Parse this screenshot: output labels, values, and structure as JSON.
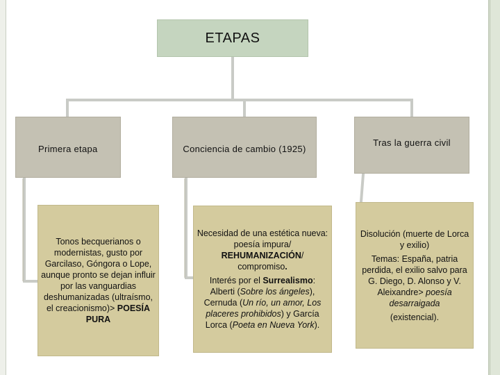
{
  "root": {
    "label": "ETAPAS"
  },
  "stages": [
    {
      "title": "Primera etapa",
      "detail": [
        [
          {
            "t": "Tonos becquerianos o modernistas, gusto por Garcilaso, Góngora o Lope, aunque pronto se dejan influir por las vanguardias deshumanizadas (ultraísmo, el creacionismo)> "
          },
          {
            "t": "POESÍA PURA",
            "b": true
          }
        ]
      ]
    },
    {
      "title": "Conciencia de cambio (1925)",
      "detail": [
        [
          {
            "t": "Necesidad de una estética nueva: poesía impura/ "
          },
          {
            "t": "REHUMANIZACIÓN",
            "b": true
          },
          {
            "t": "/ compromiso"
          },
          {
            "t": ".",
            "b": true
          }
        ],
        [
          {
            "t": "Interés por el "
          },
          {
            "t": "Surrealismo",
            "b": true
          },
          {
            "t": ": Alberti ("
          },
          {
            "t": "Sobre los ángeles",
            "i": true
          },
          {
            "t": "), Cernuda ("
          },
          {
            "t": "Un río, un amor, Los placeres prohibidos",
            "i": true
          },
          {
            "t": ") y García Lorca ("
          },
          {
            "t": "Poeta en Nueva York",
            "i": true
          },
          {
            "t": ")."
          }
        ]
      ]
    },
    {
      "title": "Tras la guerra civil",
      "detail": [
        [
          {
            "t": "Disolución (muerte de Lorca y exilio)"
          }
        ],
        [
          {
            "t": "Temas: España, patria perdida, el exilio salvo para G. Diego, D. Alonso y V. Aleixandre> "
          },
          {
            "t": "poesía desarraigada",
            "i": true
          }
        ],
        [
          {
            "t": "(existencial)."
          }
        ]
      ]
    }
  ]
}
